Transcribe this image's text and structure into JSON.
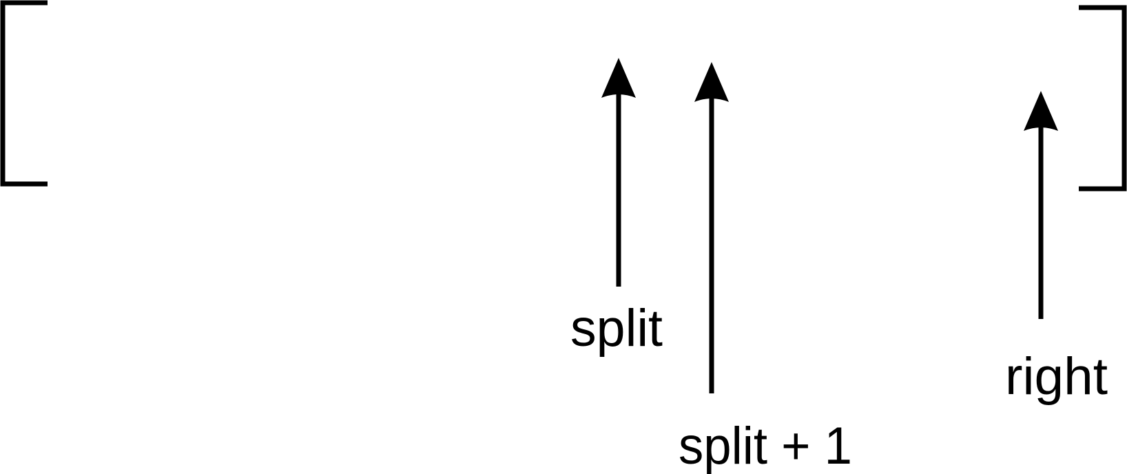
{
  "diagram": {
    "labels": {
      "split": "split",
      "split_plus_one": "split + 1",
      "right": "right"
    },
    "colors": {
      "stroke": "#000000",
      "background": "#ffffff"
    }
  }
}
